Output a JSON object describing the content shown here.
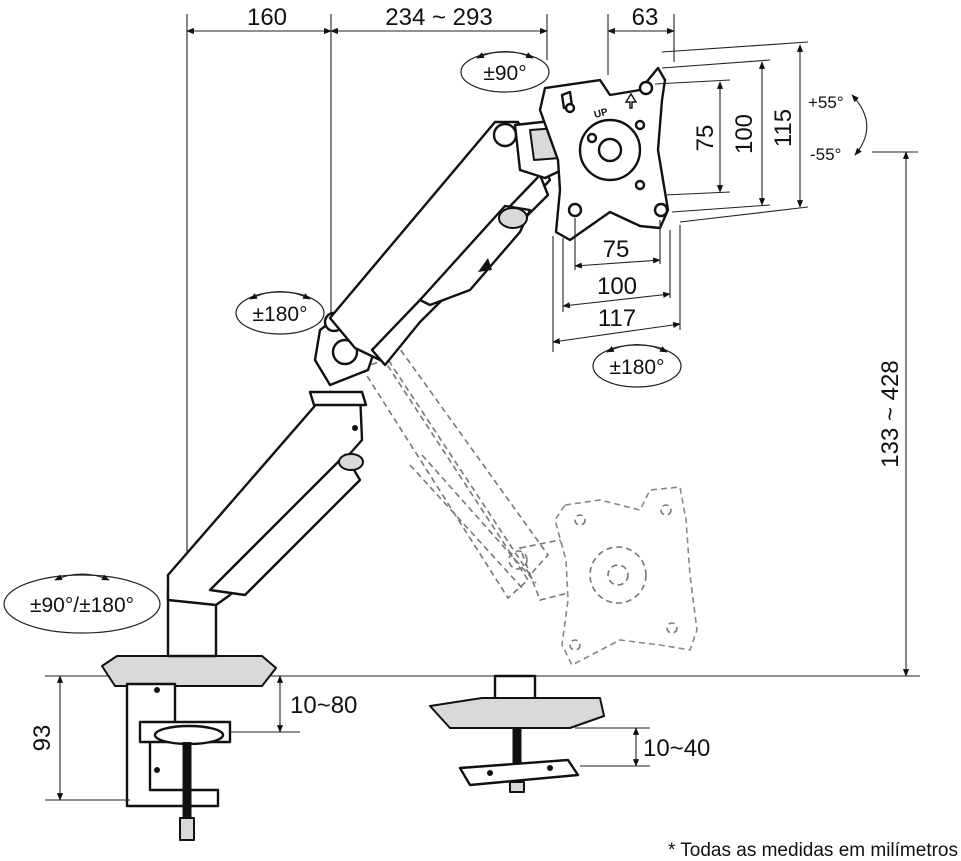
{
  "dimensions": {
    "top_left": "160",
    "top_mid": "234 ~ 293",
    "top_right": "63",
    "vesa_v1": "75",
    "vesa_v2": "100",
    "vesa_v3": "115",
    "vesa_h1": "75",
    "vesa_h2": "100",
    "vesa_h3": "117",
    "height_range": "133 ~ 428",
    "clamp_height": "93",
    "clamp_desk": "10~80",
    "grommet_desk": "10~40"
  },
  "rotations": {
    "head_rotation": "±90°",
    "elbow_rotation": "±180°",
    "swivel_rotation": "±180°",
    "base_rotation": "±90°/±180°",
    "tilt_up": "+55°",
    "tilt_down": "-55°"
  },
  "labels": {
    "up_mark": "UP"
  },
  "footnote": "* Todas as medidas em milímetros"
}
